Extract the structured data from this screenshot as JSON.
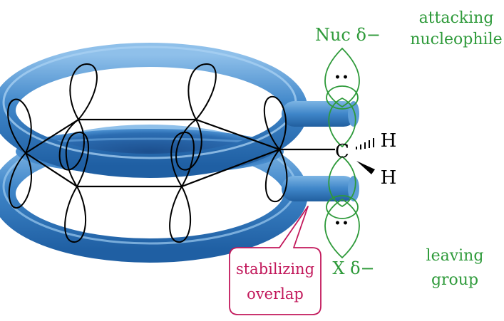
{
  "labels": {
    "nucleophile_symbol": "Nuc δ−",
    "nucleophile_caption_line1": "attacking",
    "nucleophile_caption_line2": "nucleophile",
    "leaving_symbol": "X δ−",
    "leaving_caption_line1": "leaving",
    "leaving_caption_line2": "group",
    "carbon": "C",
    "hydrogen_top": "H",
    "hydrogen_bottom": "H",
    "lone_pair_top": "••",
    "lone_pair_bottom": "••",
    "callout_line1": "stabilizing",
    "callout_line2": "overlap"
  },
  "colors": {
    "pi_cloud": "#3f86c9",
    "pi_cloud_dark": "#1f5fa3",
    "pi_cloud_light": "#8fc0ea",
    "annotation_green": "#2e9a3a",
    "callout_crimson": "#c2185b",
    "bond_black": "#000000"
  }
}
